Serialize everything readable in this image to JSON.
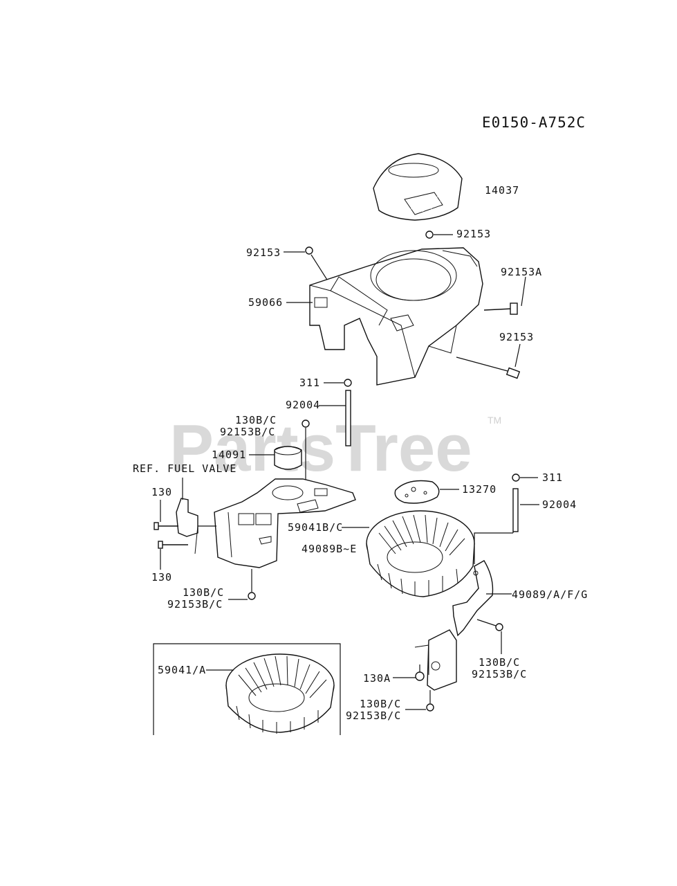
{
  "diagram_code": "E0150-A752C",
  "watermark": {
    "text": "PartsTree",
    "tm": "TM"
  },
  "labels": {
    "l14037": "14037",
    "l92153_a": "92153",
    "l92153_b": "92153",
    "l92153A": "92153A",
    "l59066": "59066",
    "l92153_c": "92153",
    "l311_a": "311",
    "l92004_a": "92004",
    "l130BC_a": "130B/C",
    "l92153BC_a": "92153B/C",
    "l14091": "14091",
    "lRefFuel": "REF. FUEL  VALVE",
    "l130_a": "130",
    "l130_b": "130",
    "l311_b": "311",
    "l13270": "13270",
    "l92004_b": "92004",
    "l59041BC": "59041B/C",
    "l49089BE": "49089B~E",
    "l130BC_b": "130B/C",
    "l92153BC_b": "92153B/C",
    "l49089AFG": "49089/A/F/G",
    "l59041A": "59041/A",
    "l130BC_c": "130B/C",
    "l92153BC_c": "92153B/C",
    "l130A": "130A",
    "l130BC_d": "130B/C",
    "l92153BC_d": "92153B/C"
  }
}
